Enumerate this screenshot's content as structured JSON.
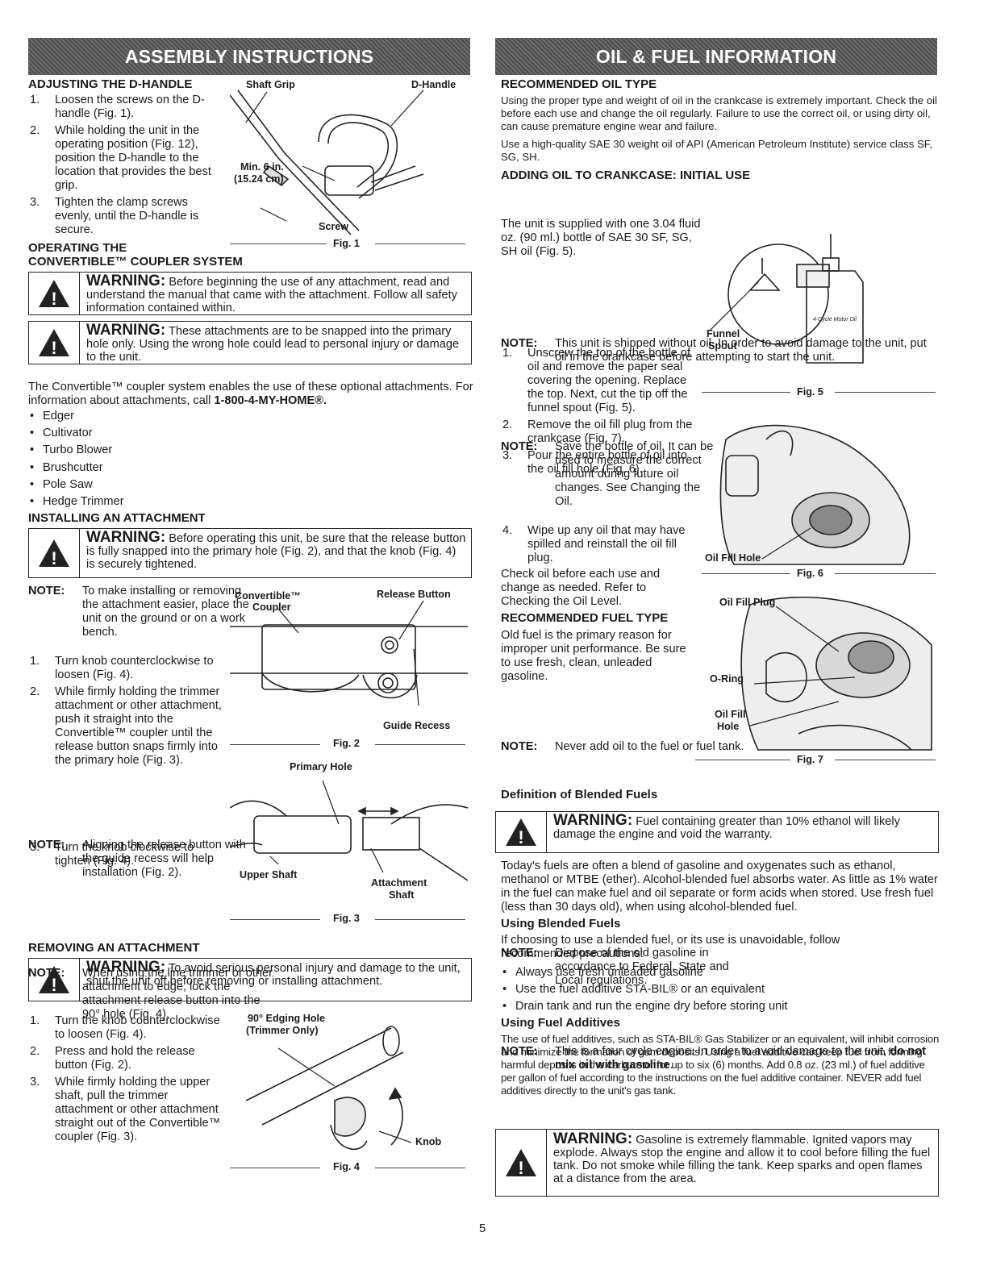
{
  "left": {
    "banner": "ASSEMBLY INSTRUCTIONS",
    "dhandle": {
      "heading": "ADJUSTING THE D-HANDLE",
      "steps": [
        {
          "n": "1.",
          "t": "Loosen the screws on the D-handle (Fig. 1)."
        },
        {
          "n": "2.",
          "t": "While holding the unit in the operating position (Fig. 12), position the D-handle to the location that provides the best grip."
        },
        {
          "n": "3.",
          "t": "Tighten the clamp screws evenly, until the D-handle is secure."
        }
      ]
    },
    "fig1": {
      "label": "Fig. 1",
      "shaft_grip": "Shaft Grip",
      "dhandle": "D-Handle",
      "min": "Min. 6 in.",
      "min2": "(15.24 cm)",
      "screw": "Screw"
    },
    "operating_heading_1": "OPERATING THE",
    "operating_heading_2": "CONVERTIBLE™ COUPLER SYSTEM",
    "warn1": {
      "w": "WARNING:",
      "t": " Before beginning the use of any attachment, read and understand the manual that came with the attachment. Follow all safety information contained within."
    },
    "warn2": {
      "w": "WARNING:",
      "t": " These attachments are to be snapped into the primary hole only. Using the wrong hole could lead to personal injury or damage to the unit."
    },
    "intro_a": "The Convertible™ coupler system enables the use of these optional attachments. For information about attachments, call ",
    "intro_phone": "1-800-4-MY-HOME®.",
    "attachments": [
      "Edger",
      "Cultivator",
      "Turbo Blower",
      "Brushcutter",
      "Pole Saw",
      "Hedge Trimmer"
    ],
    "installing_heading": "INSTALLING AN ATTACHMENT",
    "warn3": {
      "w": "WARNING:",
      "t": " Before operating this unit, be sure that the release button is fully snapped into the primary hole (Fig. 2), and that the knob (Fig. 4) is securely tightened."
    },
    "note_label": "NOTE:",
    "note1": "To make installing or removing the attachment easier, place the unit on the ground or on a work bench.",
    "install_steps": [
      {
        "n": "1.",
        "t": "Turn knob counterclockwise to loosen (Fig. 4)."
      },
      {
        "n": "2.",
        "t": "While firmly holding the trimmer attachment or other attachment, push it straight into the Convertible™ coupler until the release button snaps firmly into the primary hole (Fig. 3)."
      }
    ],
    "note2": "Aligning the release button with the guide recess will help installation (Fig. 2).",
    "install_step3": {
      "n": "3.",
      "t": "Turn the knob clockwise to tighten (Fig. 4)."
    },
    "note3": "When using the line trimmer or other attachment to edge, lock the attachment release button into the 90° hole (Fig. 4).",
    "fig2": {
      "label": "Fig. 2",
      "coupler1": "Convertible™",
      "coupler2": "Coupler",
      "release": "Release Button",
      "guide": "Guide Recess"
    },
    "fig3": {
      "label": "Fig. 3",
      "primary": "Primary Hole",
      "upper": "Upper Shaft",
      "attach1": "Attachment",
      "attach2": "Shaft"
    },
    "removing_heading": "REMOVING AN ATTACHMENT",
    "warn4": {
      "w": "WARNING:",
      "t": " To avoid serious personal injury and damage to the unit, shut the unit off before removing or installing attachment."
    },
    "remove_steps": [
      {
        "n": "1.",
        "t": "Turn the knob counterclockwise to loosen (Fig. 4)."
      },
      {
        "n": "2.",
        "t": "Press and hold the release button (Fig. 2)."
      },
      {
        "n": "3.",
        "t": "While firmly holding the upper shaft, pull the trimmer attachment or other attachment straight out of the Convertible™ coupler (Fig. 3)."
      }
    ],
    "fig4": {
      "label": "Fig. 4",
      "edge1": "90° Edging Hole",
      "edge2": "(Trimmer Only)",
      "knob": "Knob"
    }
  },
  "right": {
    "banner": "OIL & FUEL INFORMATION",
    "oil_heading": "RECOMMENDED OIL TYPE",
    "oil_p1": "Using the proper type and weight of oil in the crankcase is extremely important. Check the oil before each use and change the oil regularly. Failure to use the correct oil, or using dirty oil, can cause premature engine wear and failure.",
    "oil_p2": "Use a high-quality SAE 30 weight oil of API (American Petroleum Institute) service class SF, SG, SH.",
    "adding_heading": "ADDING OIL TO CRANKCASE: INITIAL USE",
    "note_label": "NOTE:",
    "note_ship": "This unit is shipped without oil. In order to avoid damage to the unit, put oil in the crankcase before attempting to start the unit.",
    "supplied": "The unit is supplied with one 3.04 fluid oz. (90 ml.) bottle of SAE 30 SF, SG, SH oil (Fig. 5).",
    "note_save": "Save the bottle of oil. It can be used to measure the correct amount during future oil changes. See Changing the Oil.",
    "oil_steps": [
      {
        "n": "1.",
        "t": "Unscrew the top of the bottle of oil and remove the paper seal covering the opening. Replace the top. Next, cut the tip off the funnel spout (Fig. 5)."
      },
      {
        "n": "2.",
        "t": "Remove the oil fill plug from the crankcase (Fig. 7)."
      },
      {
        "n": "3.",
        "t": "Pour the entire bottle of oil into the oil fill hole (Fig. 6)."
      }
    ],
    "note_never": "Never add oil to the fuel or fuel tank.",
    "oil_step4": {
      "n": "4.",
      "t": "Wipe up any oil that may have spilled and reinstall the oil fill plug."
    },
    "check": "Check oil before each use and change as needed. Refer to Checking the Oil Level.",
    "fuel_heading": "RECOMMENDED FUEL TYPE",
    "fuel_p": "Old fuel is the primary reason for improper unit performance. Be sure to use fresh, clean, unleaded gasoline.",
    "note_dispose": "Dispose of the old gasoline in accordance to Federal, State and Local regulations.",
    "note_four_a": "This is a four cycle engine. In order to avoid damage to the unit, ",
    "note_four_b": "do not mix oil with gasoline",
    "note_four_c": ".",
    "fig5": {
      "label": "Fig. 5",
      "funnel1": "Funnel",
      "funnel2": "Spout",
      "bottle": "4-Cycle Motor Oil"
    },
    "fig6": {
      "label": "Fig. 6",
      "hole": "Oil Fill Hole"
    },
    "fig7": {
      "label": "Fig. 7",
      "plug": "Oil Fill Plug",
      "oring": "O-Ring",
      "hole1": "Oil Fill",
      "hole2": "Hole"
    },
    "blended_def": "Definition of Blended Fuels",
    "warn5": {
      "w": "WARNING:",
      "t": " Fuel containing greater than 10% ethanol will likely damage the engine and void the warranty."
    },
    "today": "Today's fuels are often a blend of gasoline and oxygenates such as ethanol, methanol or MTBE (ether). Alcohol-blended fuel absorbs water. As little as 1% water in the fuel can make fuel and oil separate or form acids when stored. Use fresh fuel (less than 30 days old), when using alcohol-blended fuel.",
    "using_blended": "Using Blended Fuels",
    "if_choosing": "If choosing to use a blended fuel, or its use is unavoidable, follow recommended precautions:",
    "precautions": [
      "Always use fresh unleaded gasoline",
      "Use the fuel additive STA-BIL® or an equivalent",
      "Drain tank and run the engine dry before storing unit"
    ],
    "additives_heading": "Using Fuel Additives",
    "additives": "The use of fuel additives, such as STA-BIL® Gas Stabilizer or an equivalent, will inhibit corrosion and minimize the formation of gum deposits. Using a fuel additive can keep fuel from forming harmful deposits in the carburetor for up to six (6) months. Add 0.8 oz. (23 ml.) of fuel additive per gallon of fuel according to the instructions on the fuel additive container. NEVER add fuel additives directly to the unit's gas tank.",
    "warn6": {
      "w": "WARNING:",
      "t": " Gasoline is extremely flammable. Ignited vapors may explode. Always stop the engine and allow it to cool before filling the fuel tank. Do not smoke while filling the tank. Keep sparks and open flames at a distance from the area."
    }
  },
  "page_number": "5"
}
